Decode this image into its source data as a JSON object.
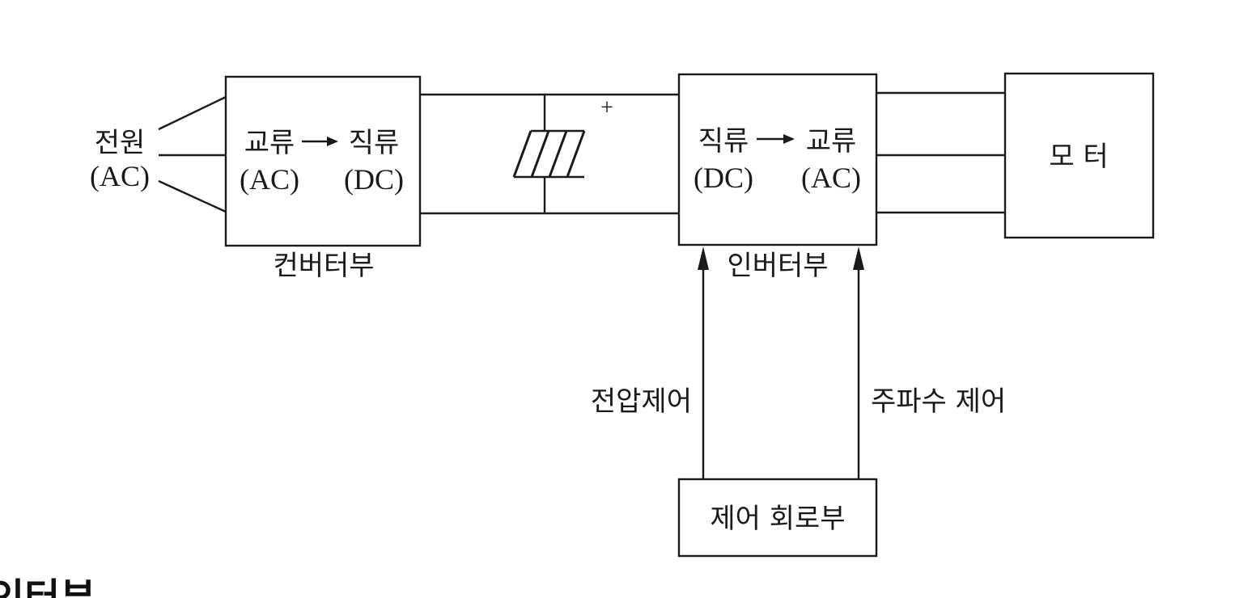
{
  "power_source": {
    "label": "전원",
    "sub_label": "(AC)"
  },
  "converter": {
    "from_label": "교류",
    "to_label": "직류",
    "from_sub": "(AC)",
    "to_sub": "(DC)",
    "name": "컨버터부"
  },
  "smoothing_capacitor": {
    "polarity": "+"
  },
  "inverter": {
    "from_label": "직류",
    "to_label": "교류",
    "from_sub": "(DC)",
    "to_sub": "(AC)",
    "name": "인버터부"
  },
  "motor": {
    "label": "모 터"
  },
  "control_circuit": {
    "label": "제어 회로부"
  },
  "control_signals": {
    "voltage": "전압제어",
    "frequency": "주파수 제어"
  },
  "page_footer": {
    "cut_text": "인터부"
  }
}
